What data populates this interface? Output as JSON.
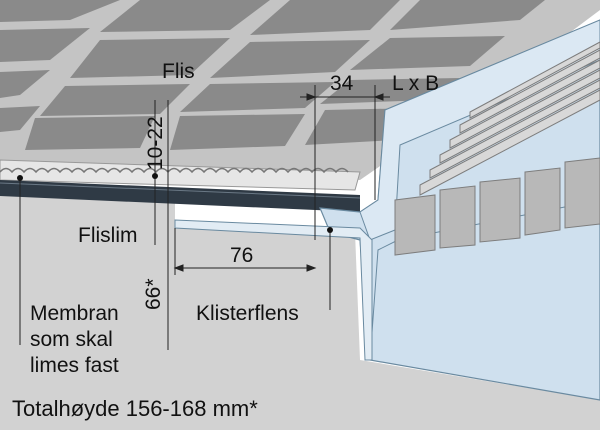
{
  "labels": {
    "tile": "Flis",
    "dim_34": "34",
    "dim_lxb": "L x B",
    "dim_10_22": "10-22",
    "tile_adhesive": "Flislim",
    "dim_76": "76",
    "dim_66": "66*",
    "membrane_line1": "Membran",
    "membrane_line2": "som skal",
    "membrane_line3": "limes fast",
    "adhesive_flange": "Klisterflens",
    "total_height": "Totalhøyde 156-168 mm*"
  },
  "colors": {
    "tile_fill": "#8c8c8c",
    "grout": "#c8c8c8",
    "concrete": "#d4d4d4",
    "membrane": "#2f3a45",
    "channel": "#cfe0ee",
    "grating": "#b8b8b8"
  }
}
